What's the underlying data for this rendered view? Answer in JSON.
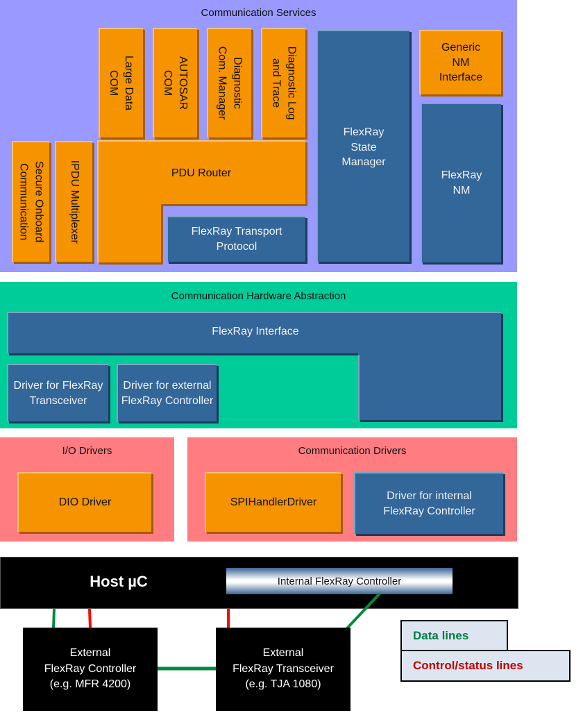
{
  "layers": {
    "communication_services": {
      "title": "Communication Services",
      "modules": {
        "large_data_com": "Large Data\nCOM",
        "autosar_com": "AUTOSAR\nCOM",
        "diagnostic_com_manager": "Diagnostic\nCom. Manager",
        "diagnostic_log_trace": "Diagnostic Log\nand Trace",
        "flexray_state_manager": "FlexRay\nState\nManager",
        "generic_nm_interface": "Generic\nNM\nInterface",
        "flexray_nm": "FlexRay\nNM",
        "secure_onboard_communication": "Secure Onboard\nCommunication",
        "ipdu_multiplexer": "IPDU Multiplexer",
        "pdu_router": "PDU Router",
        "flexray_transport_protocol": "FlexRay Transport\nProtocol"
      }
    },
    "communication_hardware_abstraction": {
      "title": "Communication Hardware Abstraction",
      "modules": {
        "flexray_interface": "FlexRay Interface",
        "driver_flexray_transceiver": "Driver for FlexRay\nTransceiver",
        "driver_external_flexray_controller": "Driver for external\nFlexRay Controller"
      }
    },
    "io_drivers": {
      "title": "I/O Drivers",
      "modules": {
        "dio_driver": "DIO Driver"
      }
    },
    "communication_drivers": {
      "title": "Communication Drivers",
      "modules": {
        "spi_handler_driver": "SPIHandlerDriver",
        "driver_internal_flexray_controller": "Driver for internal\nFlexRay Controller"
      }
    }
  },
  "hardware": {
    "host": "Host µC",
    "internal_controller": "Internal FlexRay Controller",
    "external_controller": "External\nFlexRay Controller\n(e.g. MFR 4200)",
    "external_transceiver": "External\nFlexRay Transceiver\n(e.g. TJA 1080)"
  },
  "legend": {
    "data_lines": {
      "label": "Data lines",
      "color": "#008040"
    },
    "control_lines": {
      "label": "Control/status lines",
      "color": "#c00000"
    }
  },
  "colors": {
    "services_bg": "#9999ff",
    "hw_abstraction_bg": "#00cc99",
    "drivers_bg": "#ff7c80",
    "orange_module": "#f59300",
    "blue_module": "#336699",
    "data_line": "#008a3c",
    "control_line": "#ff0000"
  }
}
